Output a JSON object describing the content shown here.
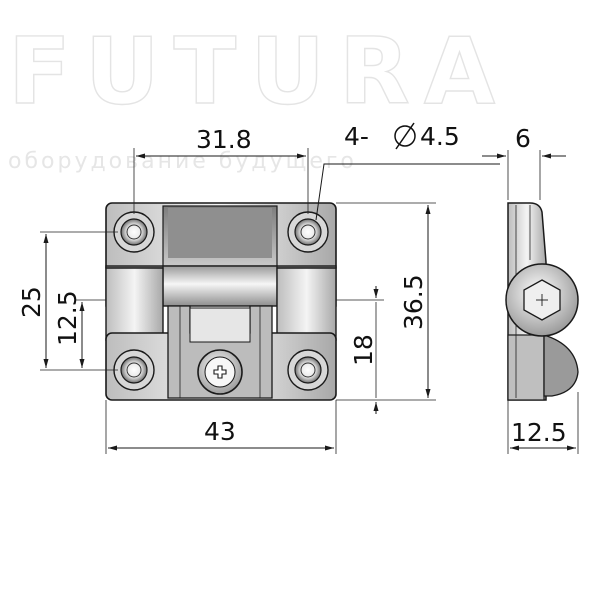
{
  "watermark": {
    "brand": "FUTURA",
    "tagline": "оборудование будущего"
  },
  "dimensions": {
    "pitch_width": "31.8",
    "holes": "4-",
    "hole_diameter": "4.5",
    "depth": "6",
    "hole_pitch_height": "25",
    "axis_offset": "12.5",
    "total_height": "36.5",
    "lower_leaf_height": "18",
    "total_width": "43",
    "side_width": "12.5"
  },
  "colors": {
    "line": "#1a1a1a",
    "metal_light": "#f2f2f2",
    "metal_dark": "#8a8a8a",
    "watermark": "#e4e4e4"
  }
}
